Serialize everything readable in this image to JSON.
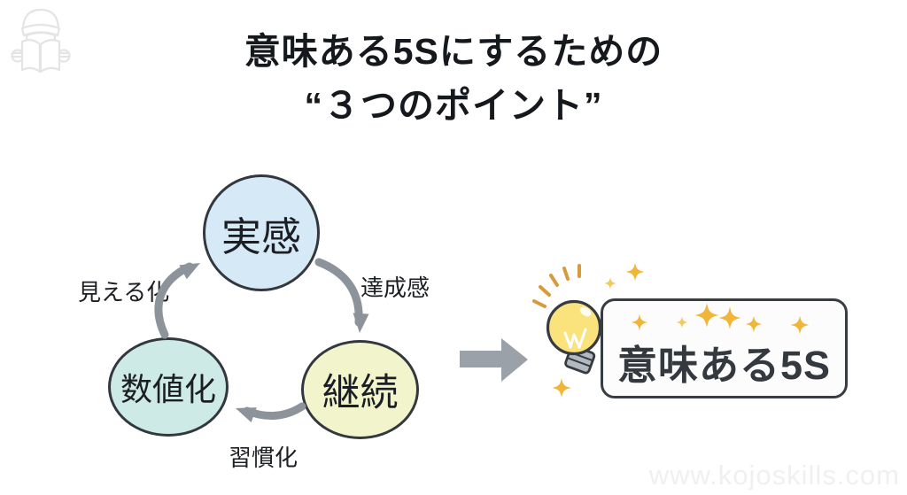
{
  "title": {
    "line1": "意味ある5Sにするための",
    "line2": "“３つのポイント”"
  },
  "cycle": {
    "nodes": [
      {
        "id": "jikkan",
        "label": "実感",
        "fill": "#d6e9f7"
      },
      {
        "id": "keizoku",
        "label": "継続",
        "fill": "#f2f5cb"
      },
      {
        "id": "suchika",
        "label": "数値化",
        "fill": "#cdeae6"
      }
    ],
    "arrows": [
      {
        "from": "実感",
        "to": "継続",
        "label": "達成感"
      },
      {
        "from": "継続",
        "to": "数値化",
        "label": "習慣化"
      },
      {
        "from": "数値化",
        "to": "実感",
        "label": "見える化"
      }
    ]
  },
  "result": {
    "label": "意味ある5S"
  },
  "watermark": "www.kojoskills.com",
  "icons": {
    "logo": "reading-person-logo",
    "bulb": "lightbulb-icon",
    "sparkle": "sparkle-icon",
    "big_arrow": "right-arrow-icon"
  },
  "colors": {
    "circle_outline": "#33383e",
    "arrow_gray": "#8d939b",
    "big_arrow_gray": "#9aa1a9",
    "sparkle_gold": "#f1b53a",
    "bulb_yellow": "#fae27d",
    "bulb_base_gray": "#b3b9c0",
    "box_border": "#383d43",
    "title_text": "#15181c",
    "watermark_gray": "#f0f0f0"
  }
}
